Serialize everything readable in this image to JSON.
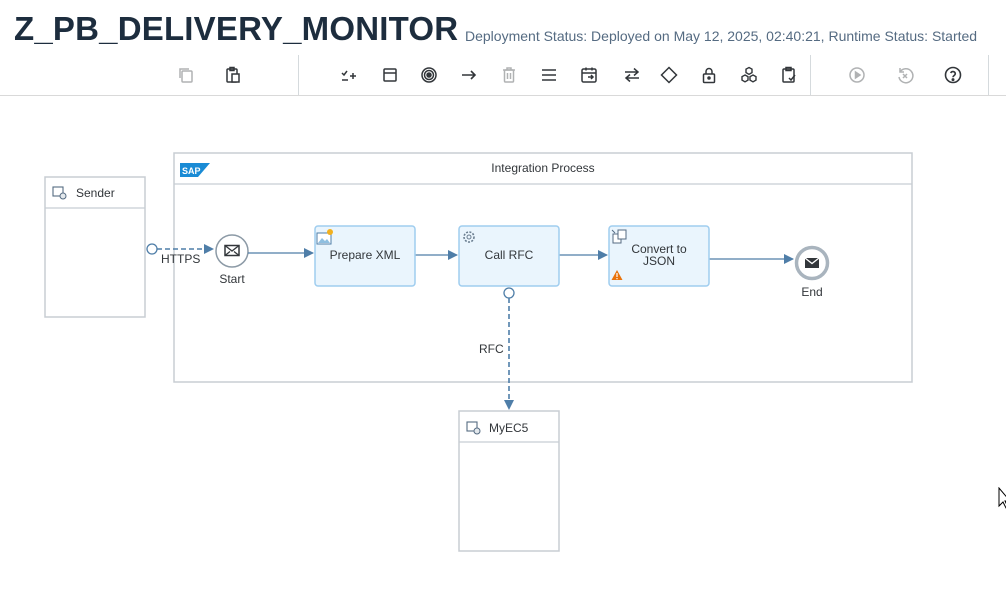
{
  "app": {
    "title": "Z_PB_DELIVERY_MONITOR",
    "deployment_status": "Deployment Status: Deployed on May 12, 2025, 02:40:21, Runtime Status: Started"
  },
  "toolbar": {
    "buttons": [
      {
        "name": "copy-icon",
        "disabled": true
      },
      {
        "name": "paste-icon",
        "disabled": false
      },
      {
        "name": "participant-add-icon",
        "disabled": false
      },
      {
        "name": "process-icon",
        "disabled": false
      },
      {
        "name": "event-icon",
        "disabled": false
      },
      {
        "name": "connect-icon",
        "disabled": false
      },
      {
        "name": "delete-icon",
        "disabled": true
      },
      {
        "name": "list-icon",
        "disabled": false
      },
      {
        "name": "call-icon",
        "disabled": false
      },
      {
        "name": "routing-icon",
        "disabled": false
      },
      {
        "name": "gateway-icon",
        "disabled": false
      },
      {
        "name": "security-icon",
        "disabled": false
      },
      {
        "name": "persistence-icon",
        "disabled": false
      },
      {
        "name": "validator-icon",
        "disabled": false
      },
      {
        "name": "play-icon",
        "disabled": true
      },
      {
        "name": "undo-icon",
        "disabled": true
      },
      {
        "name": "help-icon",
        "disabled": false
      }
    ]
  },
  "diagram": {
    "pool": {
      "title": "Integration Process",
      "logo": "SAP"
    },
    "sender": {
      "label": "Sender"
    },
    "receiver": {
      "label": "MyEC5"
    },
    "start_event": {
      "label": "Start"
    },
    "end_event": {
      "label": "End"
    },
    "steps": [
      {
        "label": "Prepare XML"
      },
      {
        "label": "Call RFC"
      },
      {
        "label_line1": "Convert to",
        "label_line2": "JSON"
      }
    ],
    "connections": {
      "sender_adapter": "HTTPS",
      "receiver_adapter": "RFC"
    },
    "colors": {
      "step_fill": "#eaf5fd",
      "step_border": "#9fcdef",
      "flow": "#4f7ea8",
      "pool_border": "#c8cdd3",
      "warning": "#e9730c"
    }
  }
}
